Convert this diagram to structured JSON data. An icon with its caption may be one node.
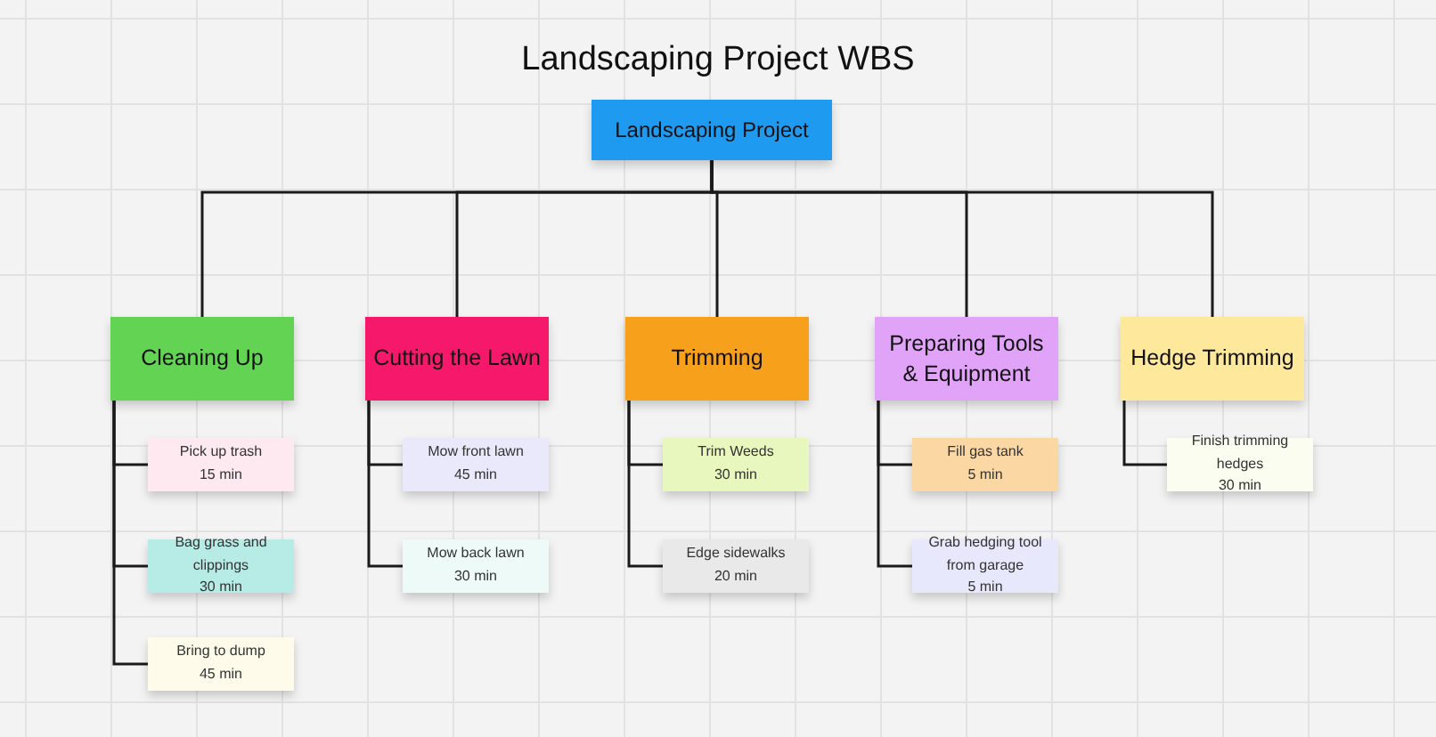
{
  "diagram": {
    "title": "Landscaping Project WBS",
    "nodes": [
      {
        "text": [
          "Landscaping Project"
        ]
      },
      {
        "text": [
          "Cleaning Up"
        ]
      },
      {
        "text": [
          "Pick up trash",
          "15 min"
        ]
      },
      {
        "text": [
          "Bag grass and clippings",
          "30 min"
        ]
      },
      {
        "text": [
          "Bring to dump",
          "45 min"
        ]
      },
      {
        "text": [
          "Cutting the Lawn"
        ]
      },
      {
        "text": [
          "Mow front lawn",
          "45 min"
        ]
      },
      {
        "text": [
          "Mow back lawn",
          "30 min"
        ]
      },
      {
        "text": [
          "Trimming"
        ]
      },
      {
        "text": [
          "Trim Weeds",
          "30 min"
        ]
      },
      {
        "text": [
          "Edge sidewalks",
          "20 min"
        ]
      },
      {
        "text": [
          "Preparing Tools & Equipment"
        ]
      },
      {
        "text": [
          "Fill gas tank",
          "5 min"
        ]
      },
      {
        "text": [
          "Grab hedging tool from garage",
          "5 min"
        ]
      },
      {
        "text": [
          "Hedge Trimming"
        ]
      },
      {
        "text": [
          "Finish trimming hedges",
          "30 min"
        ]
      }
    ],
    "edges": [
      {
        "from": 0,
        "to": 1,
        "arrow": "none"
      },
      {
        "from": 0,
        "to": 5,
        "arrow": "none"
      },
      {
        "from": 0,
        "to": 8,
        "arrow": "none"
      },
      {
        "from": 0,
        "to": 11,
        "arrow": "none"
      },
      {
        "from": 0,
        "to": 14,
        "arrow": "none"
      },
      {
        "from": 1,
        "to": 2,
        "arrow": "none"
      },
      {
        "from": 1,
        "to": 3,
        "arrow": "none"
      },
      {
        "from": 1,
        "to": 4,
        "arrow": "none"
      },
      {
        "from": 5,
        "to": 6,
        "arrow": "none"
      },
      {
        "from": 5,
        "to": 7,
        "arrow": "none"
      },
      {
        "from": 8,
        "to": 9,
        "arrow": "none"
      },
      {
        "from": 8,
        "to": 10,
        "arrow": "none"
      },
      {
        "from": 11,
        "to": 12,
        "arrow": "none"
      },
      {
        "from": 11,
        "to": 13,
        "arrow": "none"
      },
      {
        "from": 14,
        "to": 15,
        "arrow": "none"
      }
    ]
  }
}
